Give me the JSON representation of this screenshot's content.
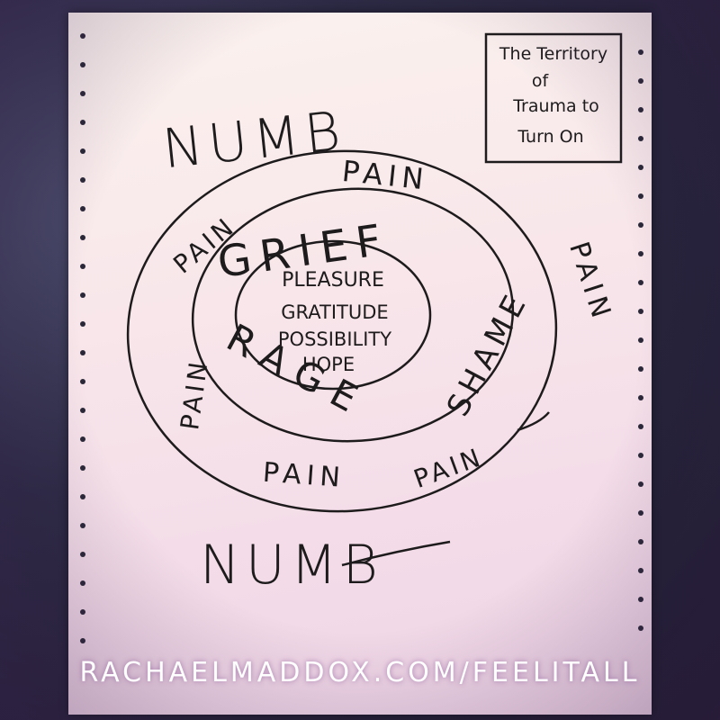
{
  "title_box": {
    "lines": [
      "The Territory",
      "of",
      "Trauma to",
      "Turn On"
    ]
  },
  "outer_labels": {
    "top": "NUMB",
    "bottom": "NUMB"
  },
  "pain_ring": {
    "top": "PAIN",
    "top_left": "PAIN",
    "right": "PAIN",
    "left": "PAIN",
    "bottom": "PAIN",
    "bottom_right": "PAIN"
  },
  "middle_ring": {
    "top": "GRIEF",
    "bottom": "RAGE",
    "right": "SHAME"
  },
  "center": {
    "items": [
      "PLEASURE",
      "GRATITUDE",
      "POSSIBILITY",
      "HOPE"
    ]
  },
  "footer": {
    "url": "RACHAELMADDOX.COM/FEELITALL"
  }
}
